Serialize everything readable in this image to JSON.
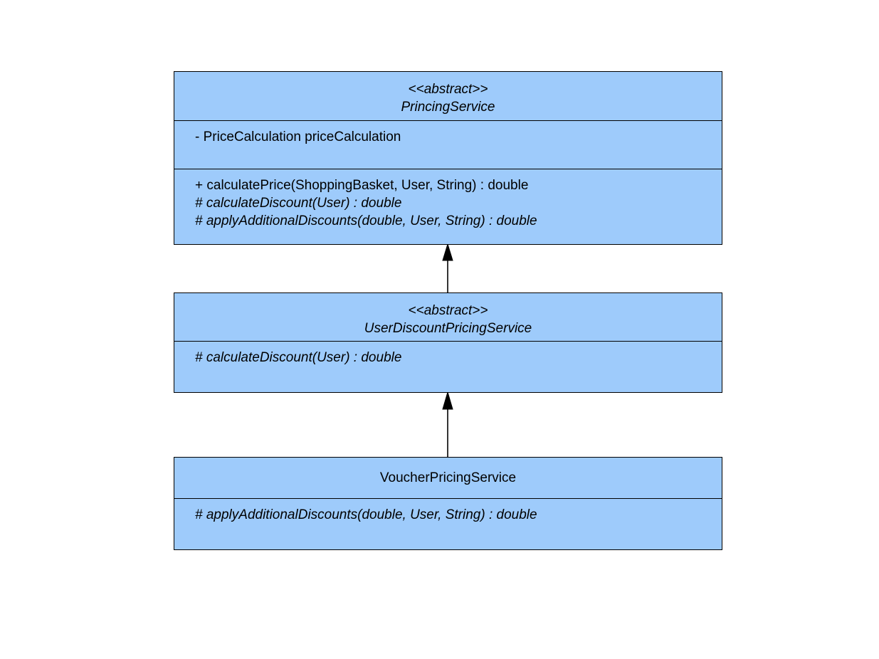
{
  "diagram": {
    "type": "uml-class-diagram",
    "background_color": "#ffffff",
    "class_fill_color": "#9ECBFB",
    "class_border_color": "#000000",
    "text_color": "#000000",
    "stereotype_abstract": "<<abstract>>",
    "classes": [
      {
        "id": "pricing-service",
        "name": "PrincingService",
        "stereotype": "<<abstract>>",
        "is_abstract": true,
        "attributes": [
          {
            "text": "- PriceCalculation priceCalculation",
            "visibility": "private",
            "is_abstract": false
          }
        ],
        "operations": [
          {
            "text": "+ calculatePrice(ShoppingBasket, User, String) : double",
            "visibility": "public",
            "is_abstract": false
          },
          {
            "text": "# calculateDiscount(User) : double",
            "visibility": "protected",
            "is_abstract": true
          },
          {
            "text": "# applyAdditionalDiscounts(double, User, String) : double",
            "visibility": "protected",
            "is_abstract": true
          }
        ]
      },
      {
        "id": "user-discount-pricing-service",
        "name": "UserDiscountPricingService",
        "stereotype": "<<abstract>>",
        "is_abstract": true,
        "attributes": [],
        "operations": [
          {
            "text": "# calculateDiscount(User) : double",
            "visibility": "protected",
            "is_abstract": true
          }
        ]
      },
      {
        "id": "voucher-pricing-service",
        "name": "VoucherPricingService",
        "stereotype": "",
        "is_abstract": false,
        "attributes": [],
        "operations": [
          {
            "text": "# applyAdditionalDiscounts(double, User, String) : double",
            "visibility": "protected",
            "is_abstract": true
          }
        ]
      }
    ],
    "relationships": [
      {
        "id": "gen-user-discount-to-pricing",
        "type": "generalization",
        "from": "UserDiscountPricingService",
        "to": "PrincingService",
        "arrowhead": "filled-triangle"
      },
      {
        "id": "gen-voucher-to-user-discount",
        "type": "generalization",
        "from": "VoucherPricingService",
        "to": "UserDiscountPricingService",
        "arrowhead": "filled-triangle"
      }
    ]
  }
}
